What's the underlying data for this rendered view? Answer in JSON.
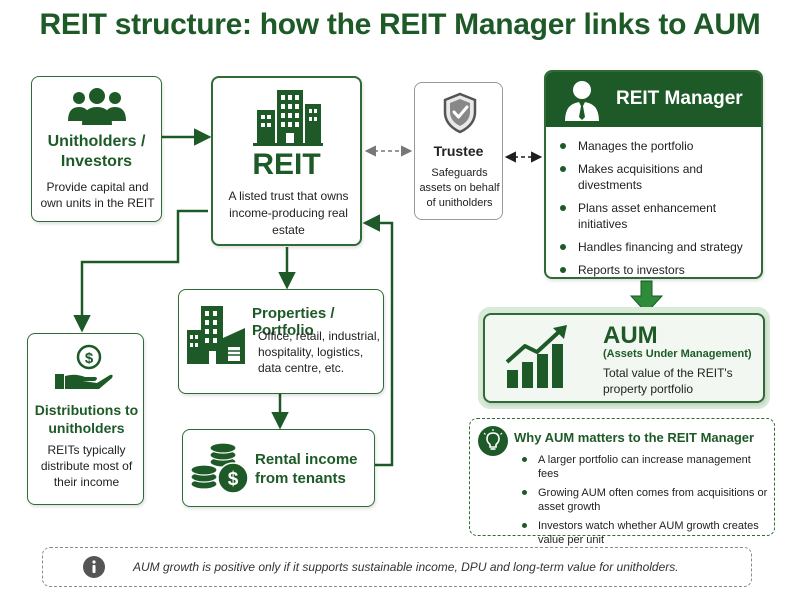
{
  "title": "REIT structure: how the REIT Manager links to AUM",
  "unitholders": {
    "heading": "Unitholders / Investors",
    "description": "Provide capital and own units in the REIT",
    "icon": "people-icon"
  },
  "reit": {
    "heading": "REIT",
    "description": "A listed trust that owns income-producing real estate",
    "icon": "building-icon"
  },
  "trustee": {
    "heading": "Trustee",
    "description": "Safeguards assets on behalf of unitholders",
    "icon": "shield-check-icon"
  },
  "manager": {
    "heading": "REIT Manager",
    "icon": "manager-person-icon",
    "items": [
      "Manages the portfolio",
      "Makes acquisitions and divestments",
      "Plans asset enhancement initiatives",
      "Handles financing and strategy",
      "Reports to investors"
    ]
  },
  "properties": {
    "heading": "Properties / Portfolio",
    "description": "Office, retail, industrial, hospitality, logistics, data centre, etc.",
    "icon": "buildings-icon"
  },
  "rental": {
    "heading": "Rental income from tenants",
    "icon": "coins-dollar-icon"
  },
  "distributions": {
    "heading": "Distributions to unitholders",
    "description": "REITs typically distribute most of their income",
    "icon": "hand-dollar-icon"
  },
  "aum": {
    "heading": "AUM",
    "subheading": "(Assets Under Management)",
    "description": "Total value of the REIT's property portfolio",
    "icon": "growth-chart-icon"
  },
  "why": {
    "heading": "Why AUM matters to the REIT Manager",
    "icon": "lightbulb-icon",
    "items": [
      "A larger portfolio can increase management fees",
      "Growing AUM often comes from acquisitions or asset growth",
      "Investors watch whether AUM growth creates value per unit"
    ]
  },
  "footer": {
    "note": "AUM growth is positive only if it supports sustainable income, DPU and long-term value for unitholders.",
    "icon": "info-icon"
  },
  "colors": {
    "primary": "#1e5a27",
    "border": "#2f6b35",
    "accent_light": "#d9ead9"
  }
}
